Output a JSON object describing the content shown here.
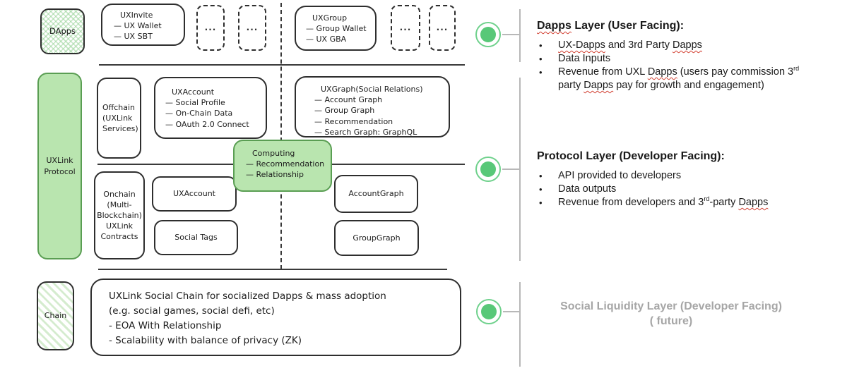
{
  "diagram": {
    "dapps_box": "DApps",
    "protocol_box": "UXLink Protocol",
    "chain_box": "Chain",
    "ellipsis": "...",
    "uxinvite": {
      "title": "UXInvite",
      "items": [
        "UX Wallet",
        "UX SBT"
      ]
    },
    "uxgroup": {
      "title": "UXGroup",
      "items": [
        "Group Wallet",
        "UX GBA"
      ]
    },
    "offchain_box": "Offchain (UXLink Services)",
    "uxaccount_offchain": {
      "title": "UXAccount",
      "items": [
        "Social Profile",
        "On-Chain Data",
        "OAuth 2.0 Connect"
      ]
    },
    "uxgraph": {
      "title": "UXGraph(Social Relations)",
      "items": [
        "Account Graph",
        "Group Graph",
        "Recommendation",
        "Search Graph: GraphQL"
      ]
    },
    "computing": {
      "title": "Computing",
      "items": [
        "Recommendation",
        "Relationship"
      ]
    },
    "onchain_box": "Onchain (Multi-Blockchain) UXLink Contracts",
    "uxaccount_onchain": "UXAccount",
    "social_tags": "Social Tags",
    "account_graph": "AccountGraph",
    "group_graph": "GroupGraph",
    "social_chain_lines": [
      "UXLink Social Chain for socialized Dapps & mass adoption",
      "(e.g. social games, social defi, etc)",
      "- EOA With Relationship",
      "- Scalability with balance of privacy (ZK)"
    ]
  },
  "annotations": {
    "squiggle_words": [
      "UX-Dapps",
      "Dapps"
    ],
    "sections": [
      {
        "title": "Dapps Layer (User Facing):",
        "bullets": [
          "UX-Dapps and 3rd Party Dapps",
          "Data Inputs",
          "Revenue from UXL Dapps (users pay commission 3^rd party Dapps pay for growth and engagement)"
        ]
      },
      {
        "title": "Protocol Layer (Developer Facing):",
        "bullets": [
          "API provided to developers",
          "Data outputs",
          "Revenue from developers and 3^rd-party Dapps"
        ]
      },
      {
        "title": "Social Liquidity Layer (Developer Facing)",
        "subtitle": "( future)"
      }
    ]
  },
  "colors": {
    "green_fill": "#b9e5af",
    "green_border": "#5a9e53",
    "bullet_ring": "#6fd18c",
    "bullet_dot": "#58c878",
    "muted_text": "#a6a6a6",
    "squiggle_red": "#d23f31"
  }
}
